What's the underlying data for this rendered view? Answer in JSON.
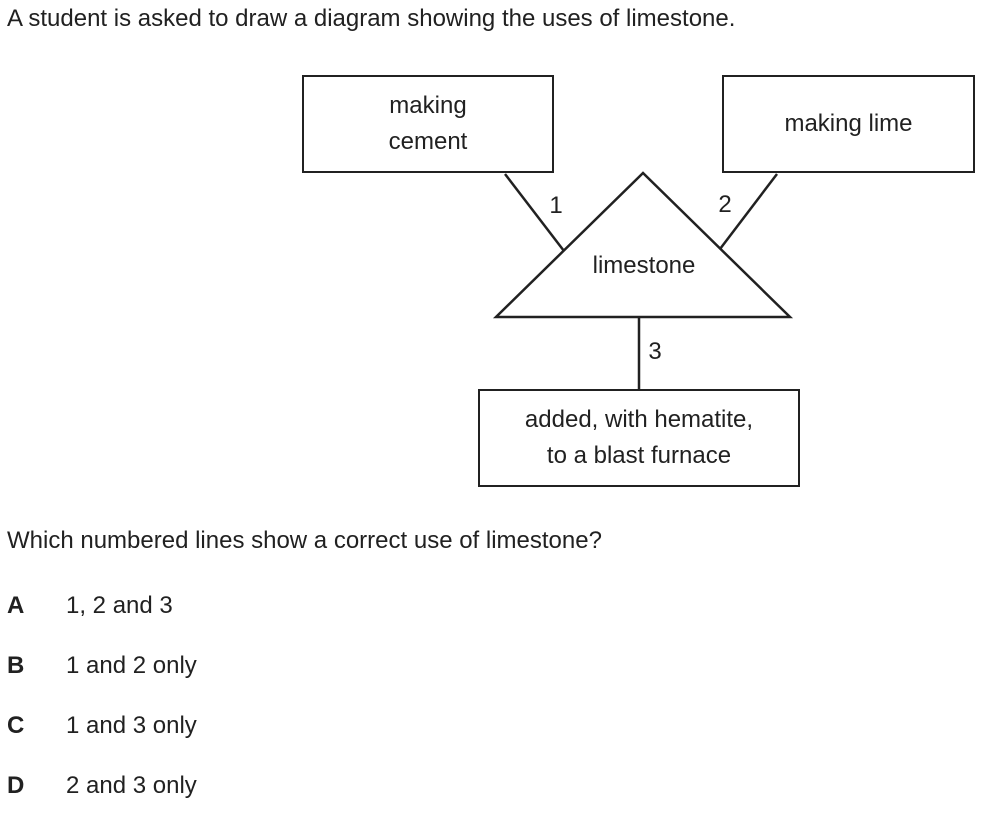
{
  "intro": "A student is asked to draw a diagram showing the uses of limestone.",
  "diagram": {
    "boxes": {
      "cement": "making\ncement",
      "lime": "making lime",
      "blast_furnace": "added, with hematite,\nto a blast furnace"
    },
    "center_label": "limestone",
    "line_labels": {
      "1": "1",
      "2": "2",
      "3": "3"
    }
  },
  "question": "Which numbered lines show a correct use of limestone?",
  "options": [
    {
      "letter": "A",
      "text": "1, 2 and 3"
    },
    {
      "letter": "B",
      "text": "1 and 2 only"
    },
    {
      "letter": "C",
      "text": "1 and 3 only"
    },
    {
      "letter": "D",
      "text": "2 and 3 only"
    }
  ],
  "colors": {
    "ink": "#212121",
    "background": "#ffffff"
  }
}
